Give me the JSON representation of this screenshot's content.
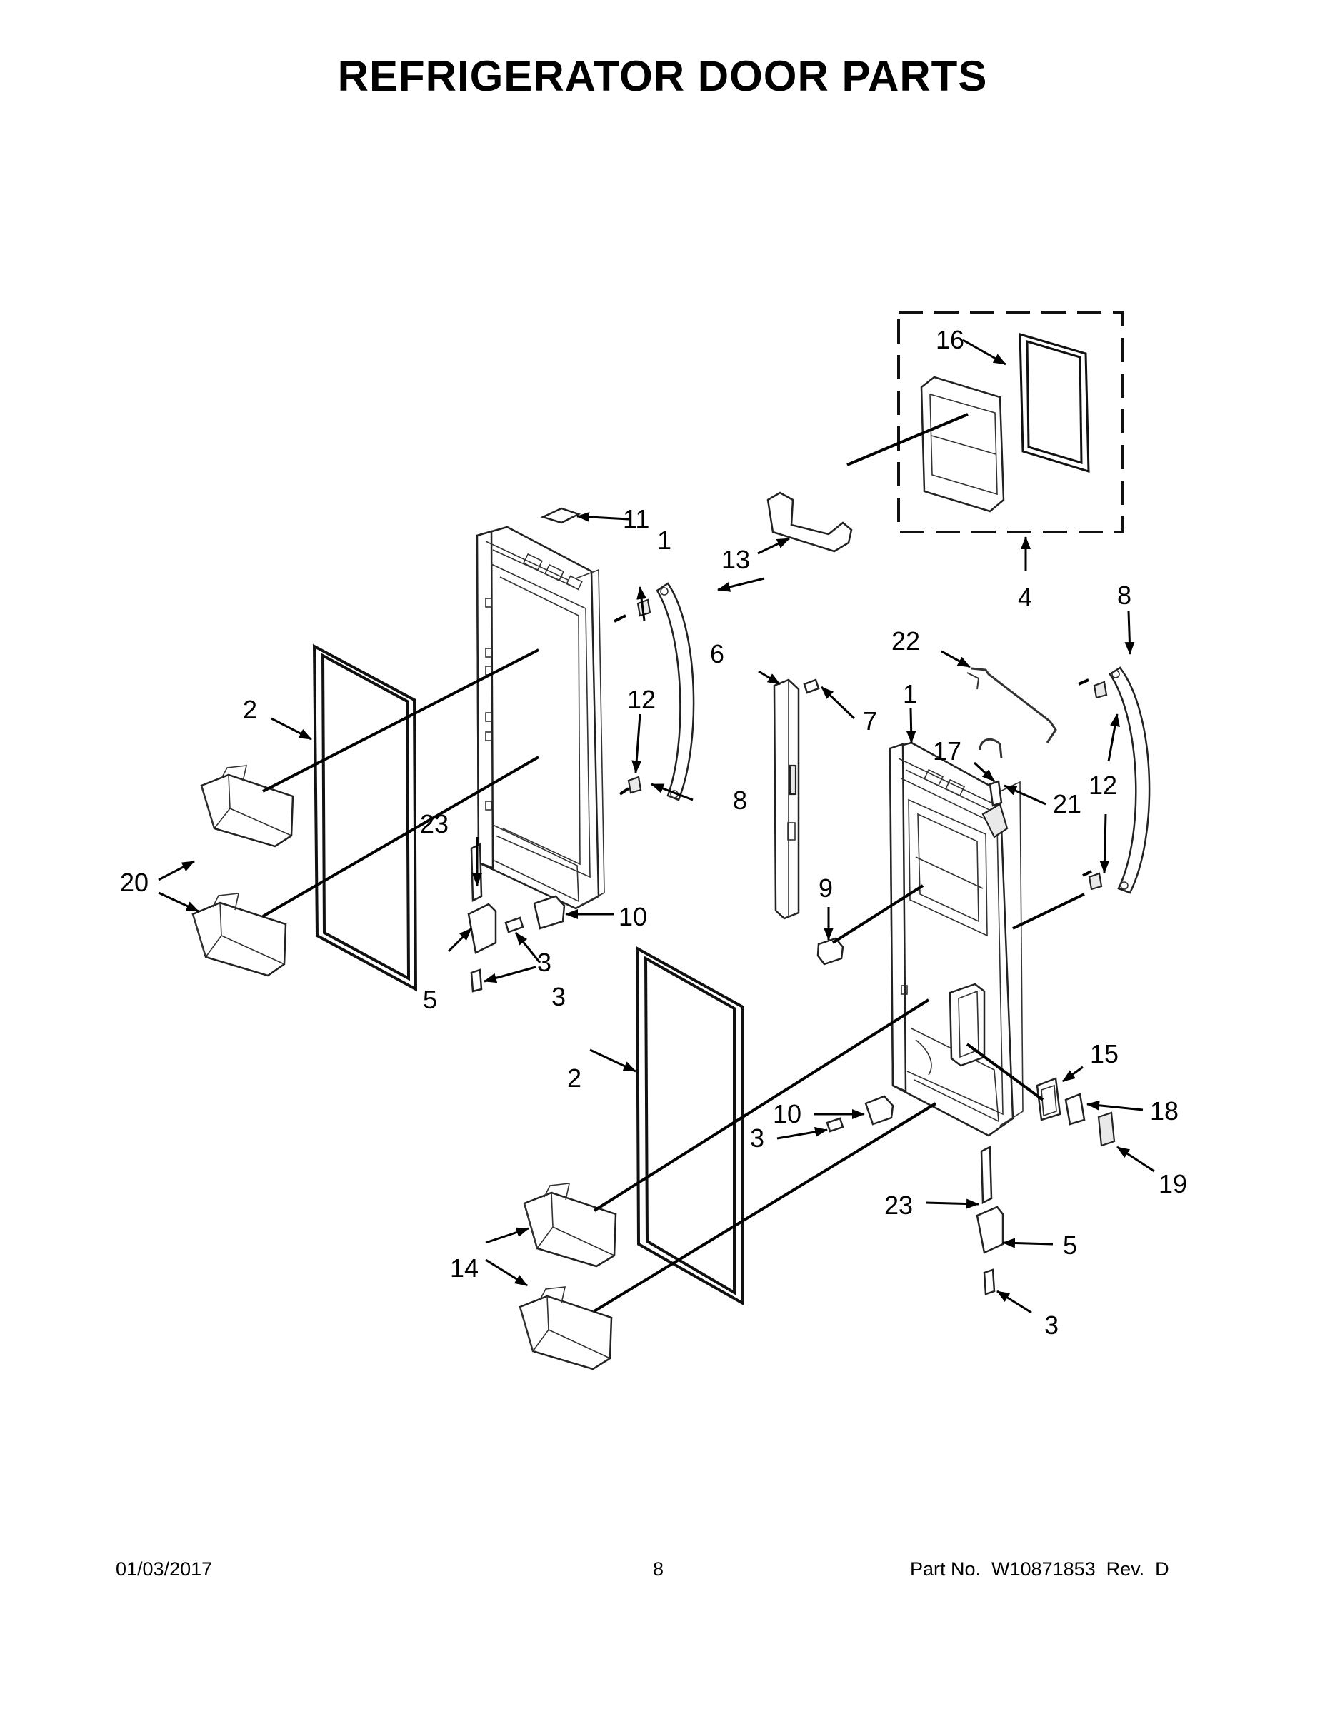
{
  "page": {
    "title": "REFRIGERATOR DOOR PARTS"
  },
  "callouts": {
    "c1_left": "1",
    "c1_right": "1",
    "c2_left": "2",
    "c2_right": "2",
    "c3_left_a": "3",
    "c3_left_b": "3",
    "c3_right_a": "3",
    "c3_right_b": "3",
    "c4": "4",
    "c5_left": "5",
    "c5_right": "5",
    "c6": "6",
    "c7": "7",
    "c8_left": "8",
    "c8_right": "8",
    "c9": "9",
    "c10_left": "10",
    "c10_right": "10",
    "c11": "11",
    "c12_left": "12",
    "c12_right": "12",
    "c13": "13",
    "c14": "14",
    "c15": "15",
    "c16": "16",
    "c17": "17",
    "c18": "18",
    "c19": "19",
    "c20": "20",
    "c21": "21",
    "c22": "22",
    "c23_left": "23",
    "c23_right": "23"
  },
  "footer": {
    "date": "01/03/2017",
    "page_number": "8",
    "part_info": "Part No.  W10871853  Rev.  D"
  }
}
